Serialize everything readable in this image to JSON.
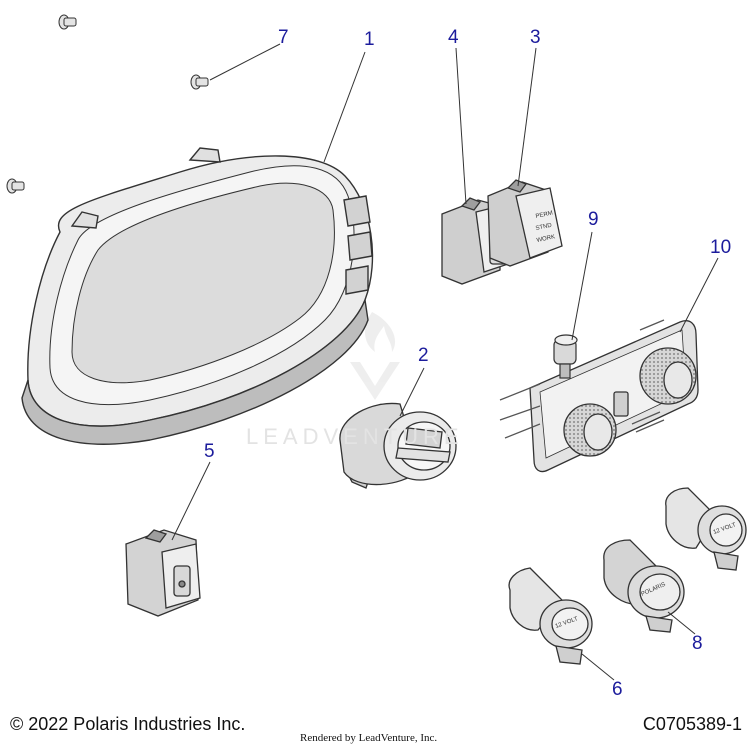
{
  "diagram": {
    "callouts": [
      {
        "id": "callout-1",
        "label": "1"
      },
      {
        "id": "callout-2",
        "label": "2"
      },
      {
        "id": "callout-3",
        "label": "3"
      },
      {
        "id": "callout-4",
        "label": "4"
      },
      {
        "id": "callout-5",
        "label": "5"
      },
      {
        "id": "callout-6",
        "label": "6"
      },
      {
        "id": "callout-7",
        "label": "7"
      },
      {
        "id": "callout-8",
        "label": "8"
      },
      {
        "id": "callout-9",
        "label": "9"
      },
      {
        "id": "callout-10",
        "label": "10"
      }
    ],
    "part_markings": {
      "switch_3_lines": [
        "PERM",
        "STND",
        "WORK"
      ],
      "outlet_label": "12 VOLT",
      "usb_brand": "POLARIS"
    },
    "watermark": "LEADVENTURE"
  },
  "footer": {
    "copyright": "© 2022 Polaris Industries Inc.",
    "drawing_id": "C0705389-1",
    "rendered_by": "Rendered by LeadVenture, Inc."
  },
  "colors": {
    "callout": "#1c1c9c",
    "line": "#333333",
    "part_fill": "#e9e9e9",
    "part_dark": "#bdbdbd"
  }
}
